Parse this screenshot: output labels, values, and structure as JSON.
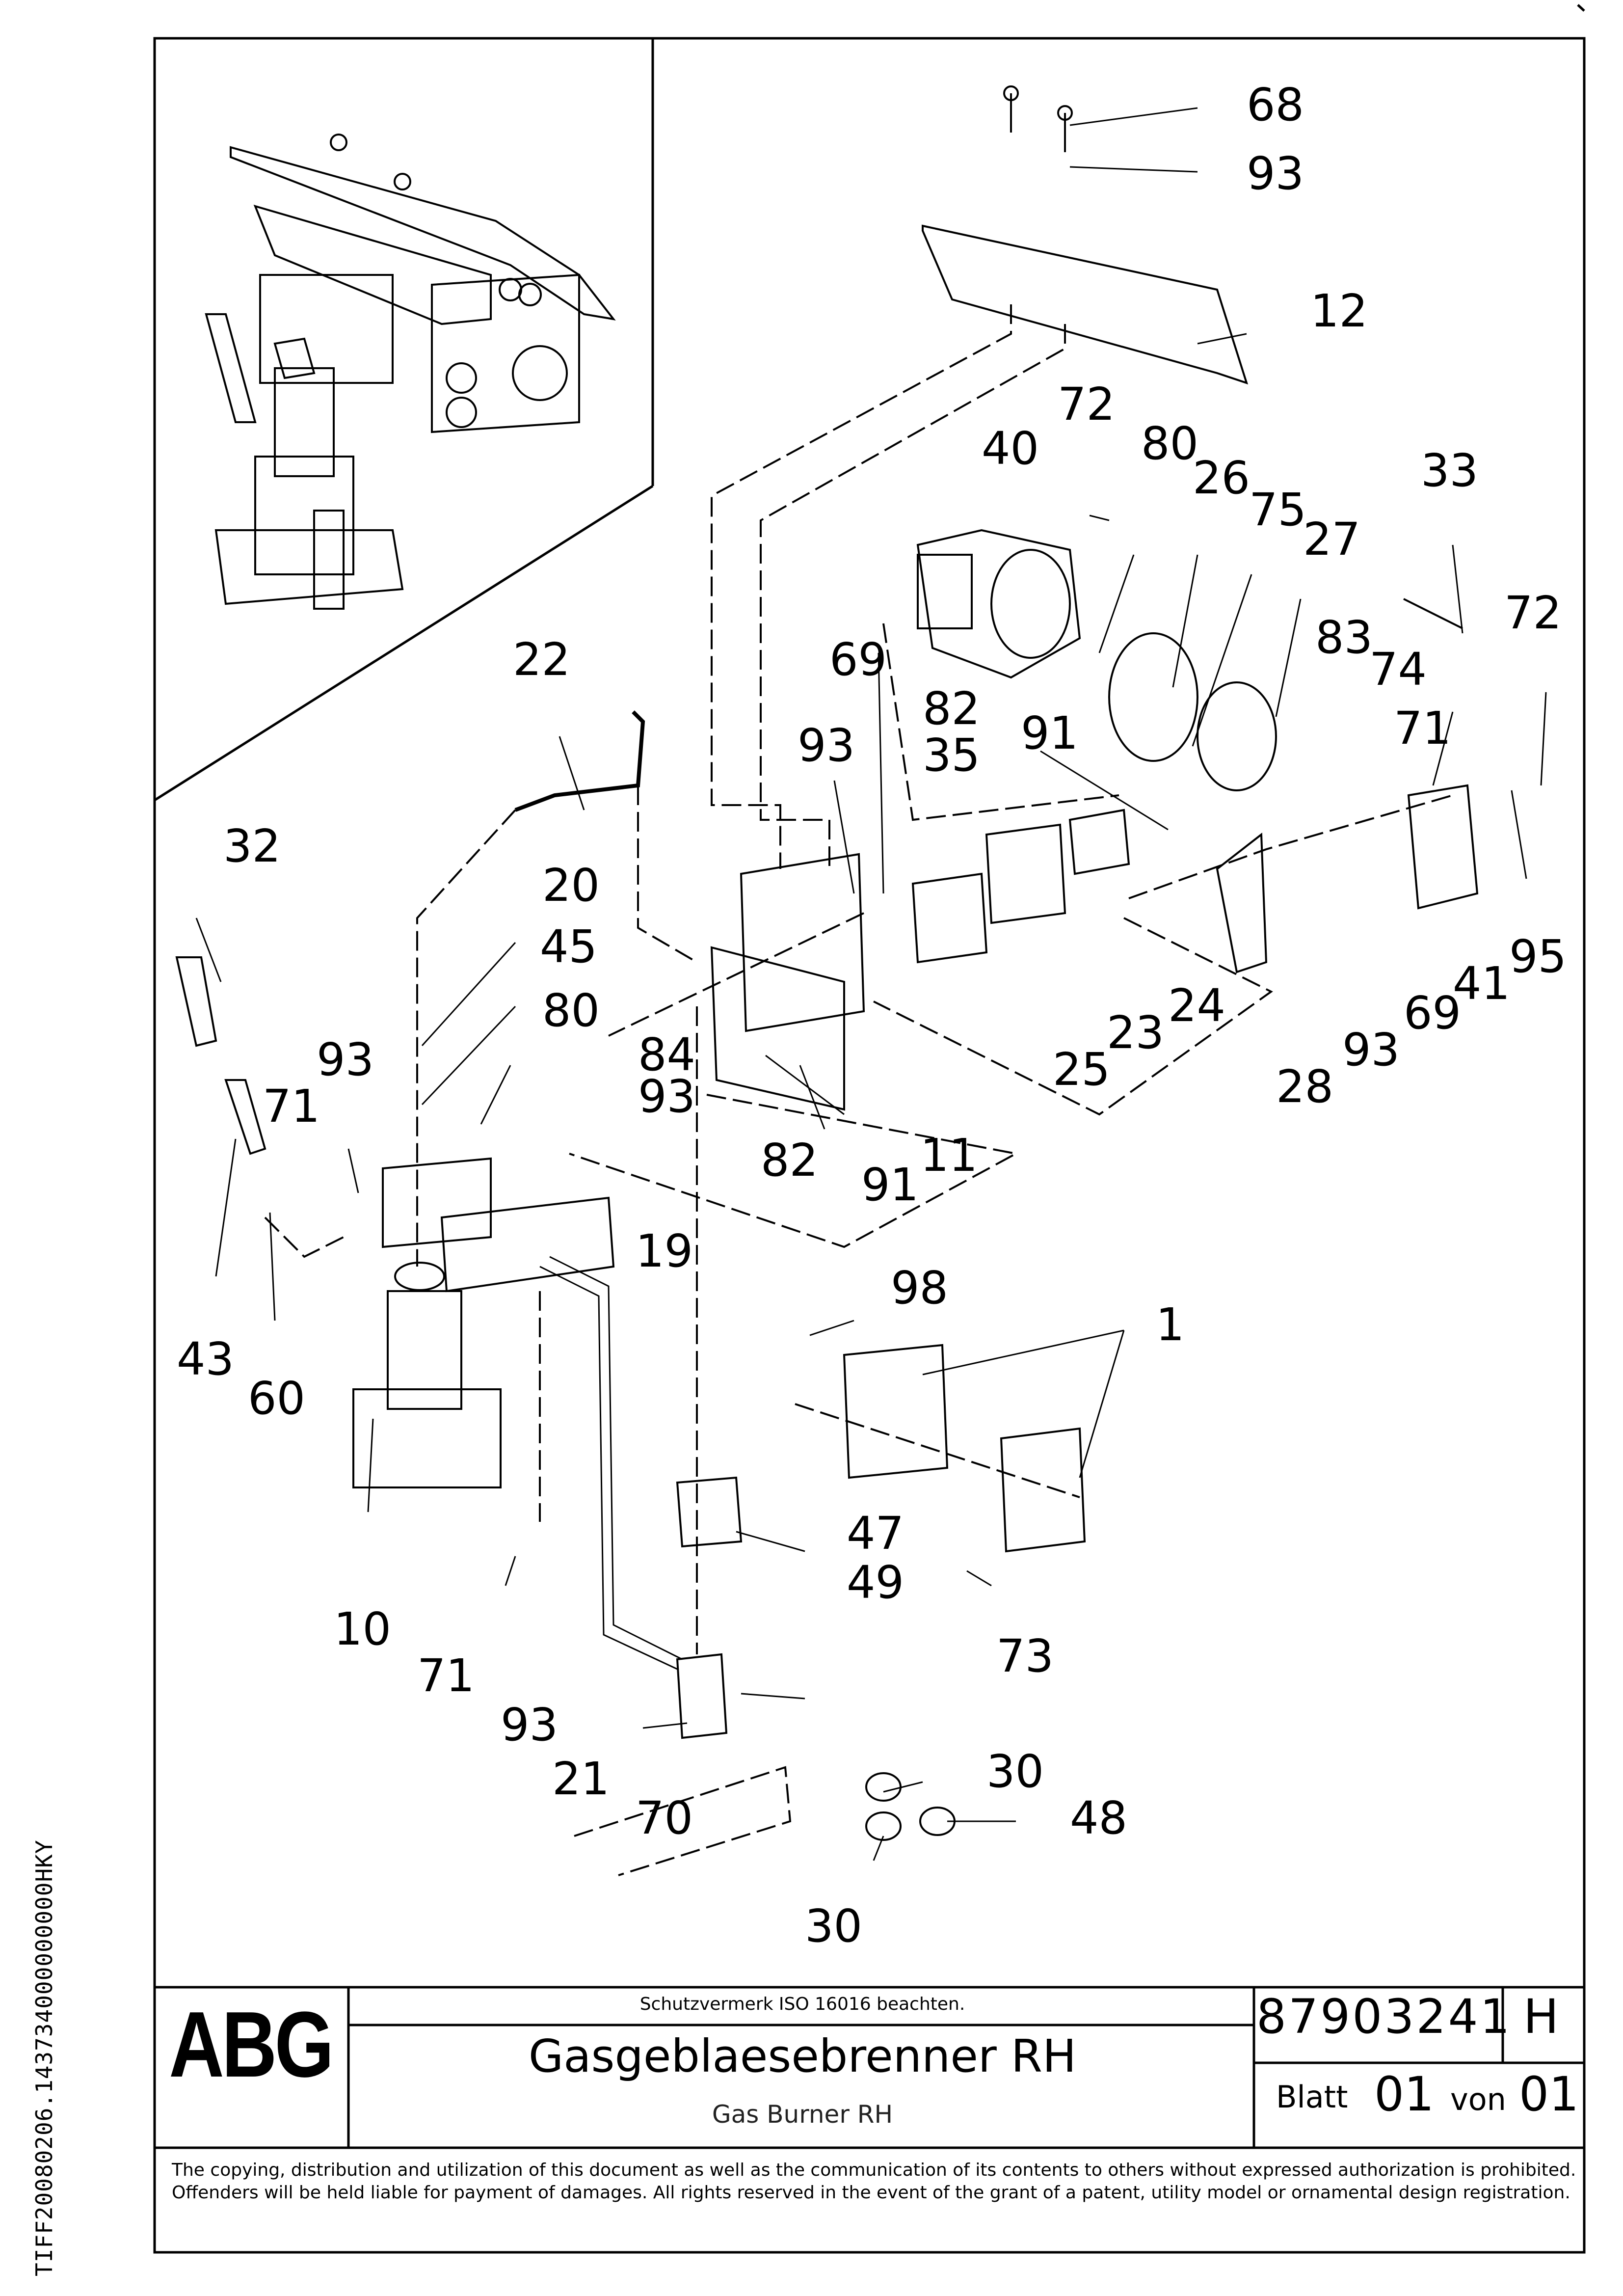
{
  "side_id": "TIFF20080206.143734000000000HKY",
  "callouts": {
    "c68": "68",
    "c93a": "93",
    "c12": "12",
    "c72a": "72",
    "c40": "40",
    "c80a": "80",
    "c26": "26",
    "c75": "75",
    "c27": "27",
    "c33": "33",
    "c72b": "72",
    "c83": "83",
    "c74": "74",
    "c71a": "71",
    "c69a": "69",
    "c82a": "82",
    "c35": "35",
    "c91a": "91",
    "c93b": "93",
    "c22": "22",
    "c32": "32",
    "c20": "20",
    "c45": "45",
    "c80b": "80",
    "c93c": "93",
    "c71b": "71",
    "c84": "84",
    "c93d": "93",
    "c25": "25",
    "c23": "23",
    "c24": "24",
    "c28": "28",
    "c93e": "93",
    "c69b": "69",
    "c41": "41",
    "c95": "95",
    "c82b": "82",
    "c91b": "91",
    "c11": "11",
    "c19": "19",
    "c98": "98",
    "c1": "1",
    "c43": "43",
    "c60": "60",
    "c47": "47",
    "c49": "49",
    "c10": "10",
    "c73": "73",
    "c71c": "71",
    "c93f": "93",
    "c21": "21",
    "c30a": "30",
    "c48": "48",
    "c70": "70",
    "c30b": "30"
  },
  "title_block": {
    "logo": "ABG",
    "iso_notice": "Schutzvermerk ISO 16016 beachten.",
    "title_de": "Gasgeblaesebrenner RH",
    "title_en": "Gas Burner RH",
    "document_number": "87903241",
    "revision": "H",
    "sheet_label": "Blatt",
    "sheet_number": "01",
    "of_label": "von",
    "sheet_total": "01"
  },
  "copyright_notice": "The copying, distribution and utilization of this document as well as the communication of its contents to others without expressed authorization is prohibited. Offenders will be held liable for payment of damages. All rights reserved in the event of the grant of a patent, utility model or ornamental design registration."
}
